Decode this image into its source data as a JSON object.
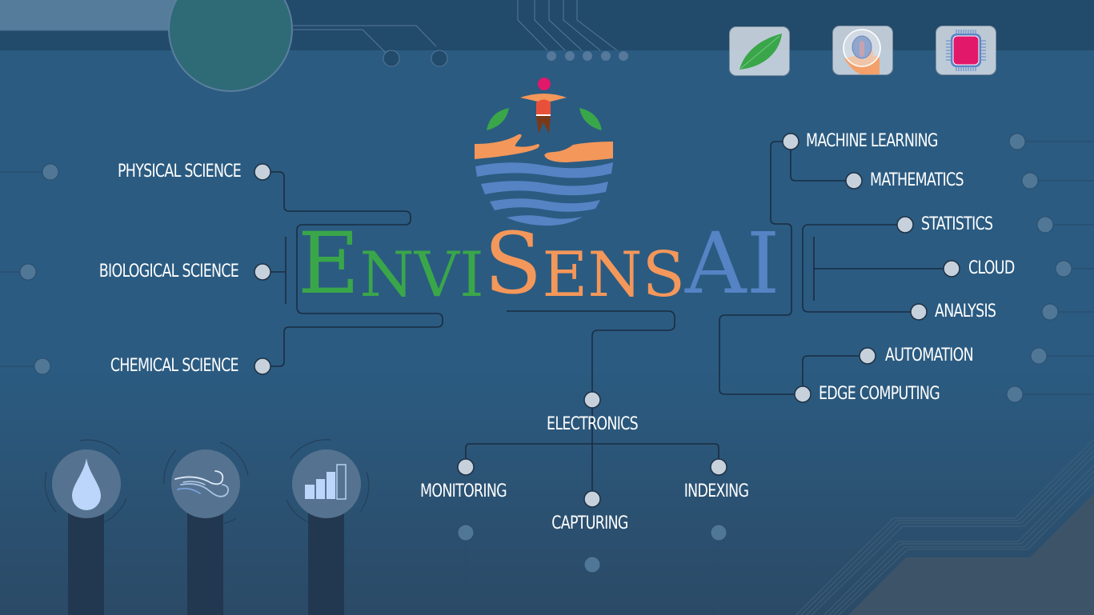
{
  "brand": {
    "part1_initial": "E",
    "part1_rest": "NVI",
    "part2_initial": "S",
    "part2_rest": "ENS",
    "part3": "AI",
    "colors": {
      "envi": "#3aa64a",
      "sens": "#f4975a",
      "ai": "#5583c4"
    }
  },
  "top_icons": [
    {
      "name": "leaf",
      "color": "#3aa64a"
    },
    {
      "name": "fingerprint-touch",
      "color": "#f4a06a"
    },
    {
      "name": "microchip",
      "color": "#e2186a"
    }
  ],
  "left_branch": {
    "items": [
      {
        "label": "PHYSICAL SCIENCE"
      },
      {
        "label": "BIOLOGICAL SCIENCE"
      },
      {
        "label": "CHEMICAL SCIENCE"
      }
    ]
  },
  "right_branch": {
    "items": [
      {
        "label": "MACHINE LEARNING"
      },
      {
        "label": "MATHEMATICS"
      },
      {
        "label": "STATISTICS"
      },
      {
        "label": "CLOUD"
      },
      {
        "label": "ANALYSIS"
      },
      {
        "label": "AUTOMATION"
      },
      {
        "label": "EDGE COMPUTING"
      }
    ]
  },
  "bottom_branch": {
    "root": "ELECTRONICS",
    "children": [
      {
        "label": "MONITORING"
      },
      {
        "label": "CAPTURING"
      },
      {
        "label": "INDEXING"
      }
    ]
  },
  "sensors": [
    {
      "name": "water-drop"
    },
    {
      "name": "wind"
    },
    {
      "name": "signal-bars"
    }
  ],
  "colors": {
    "background": "#2b5b81",
    "top_band": "#224a6a",
    "node_fill": "#c7d1db",
    "node_stroke": "#1e3146",
    "faded_node": "#517797",
    "connector": "#1b2d42"
  }
}
